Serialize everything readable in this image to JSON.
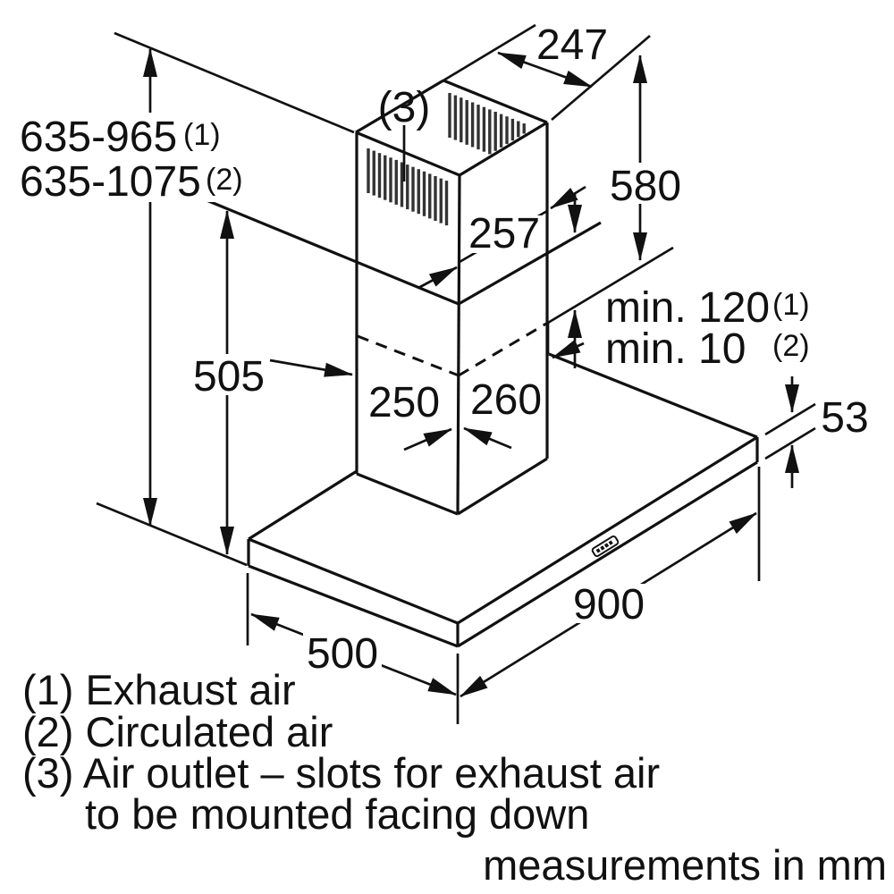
{
  "figure": {
    "title": "Cooker hood dimension drawing",
    "dimensions": {
      "overall_height_exhaust": "635-965",
      "overall_height_exhaust_ref": "(1)",
      "overall_height_circulated": "635-1075",
      "overall_height_circulated_ref": "(2)",
      "chimney_top_width": "247",
      "chimney_upper_section_height": "580",
      "chimney_top_depth": "257",
      "lower_section_height": "505",
      "chimney_width_left_face": "250",
      "chimney_width_right_face": "260",
      "min_clearance_exhaust": "min. 120",
      "min_clearance_exhaust_ref": "(1)",
      "min_clearance_circulated": "min. 10",
      "min_clearance_circulated_ref": "(2)",
      "canopy_edge_height": "53",
      "hood_width": "900",
      "hood_depth": "500",
      "air_outlet_label": "(3)"
    },
    "legend": {
      "item_1": "(1) Exhaust air",
      "item_2": "(2) Circulated air",
      "item_3": "(3) Air outlet – slots for exhaust air",
      "item_3_line2": "to be mounted facing down",
      "footer": "measurements in mm"
    },
    "colors": {
      "line": "#111111",
      "background": "#ffffff"
    }
  }
}
